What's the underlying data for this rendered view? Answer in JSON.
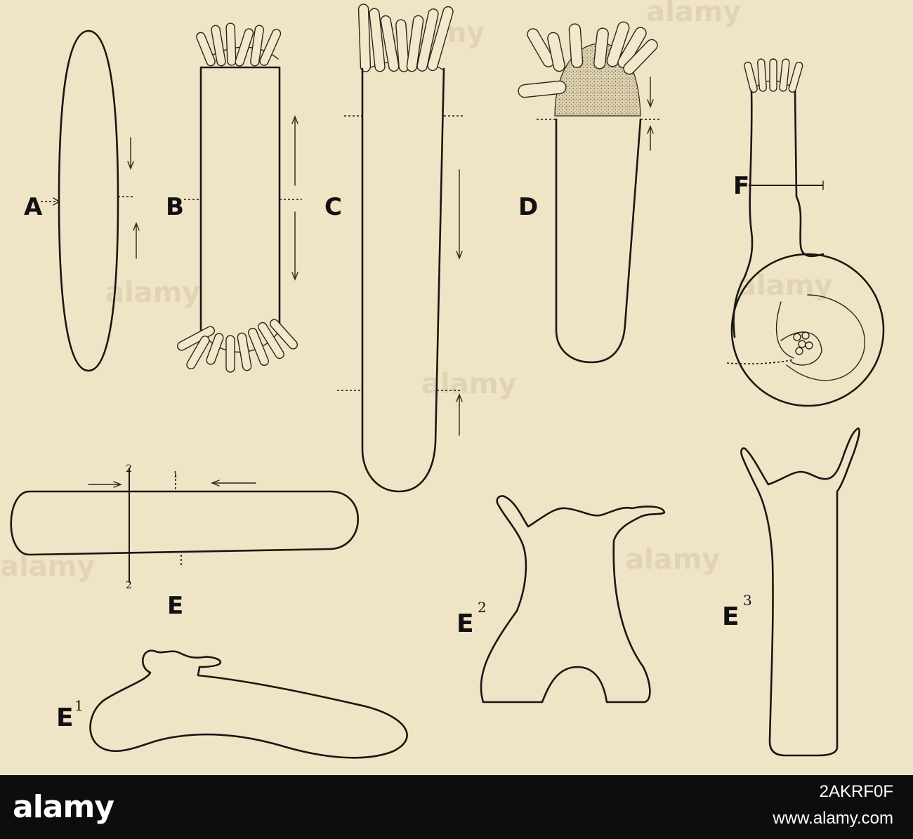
{
  "figure": {
    "labels": {
      "A": "A",
      "B": "B",
      "C": "C",
      "D": "D",
      "E": "E",
      "E1": "E",
      "E1_sup": "1",
      "E2": "E",
      "E2_sup": "2",
      "E3": "E",
      "E3_sup": "3",
      "F": "F",
      "cut_top": "2",
      "cut_bottom": "2",
      "cut_mark": "1"
    },
    "colors": {
      "paper": "#efe4c6",
      "ink": "#1a1712",
      "stipple": "#cbbf9d"
    }
  },
  "watermark": {
    "text": "alamy"
  },
  "footer": {
    "brand": "alamy",
    "image_id": "2AKRF0F",
    "site": "www.alamy.com"
  }
}
